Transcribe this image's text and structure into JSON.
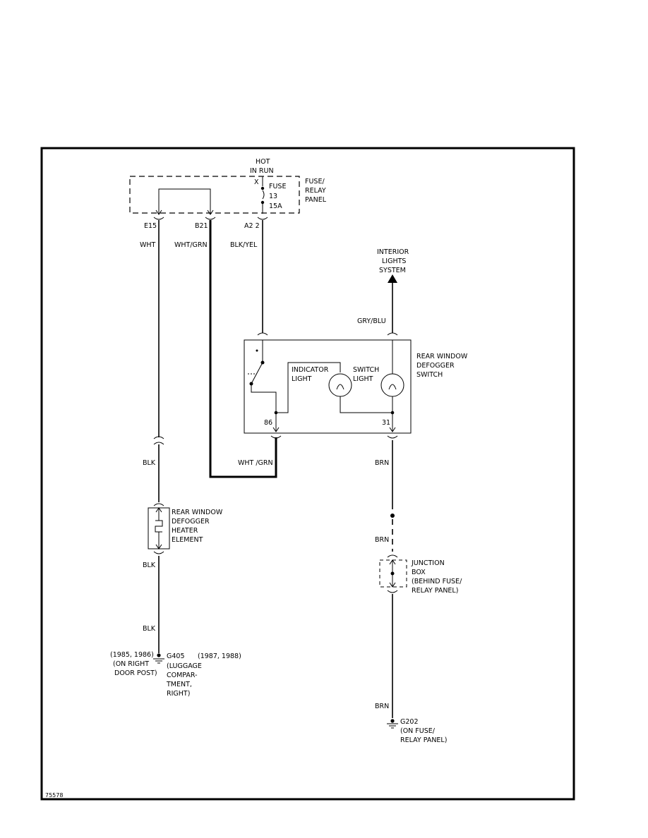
{
  "hot_label": [
    "HOT",
    "IN RUN"
  ],
  "fuse": {
    "x_mark": "X",
    "lines": [
      "FUSE",
      "13",
      "15A"
    ]
  },
  "fuse_panel": [
    "FUSE/",
    "RELAY",
    "PANEL"
  ],
  "pins": {
    "e15": "E15",
    "b21": "B21",
    "a22": "A2 2",
    "p86": "86",
    "p31": "31"
  },
  "wires": {
    "wht": "WHT",
    "wht_grn": "WHT/GRN",
    "blk_yel": "BLK/YEL",
    "gry_blu": "GRY/BLU",
    "wht_grn2": "WHT /GRN",
    "blk": "BLK",
    "brn": "BRN"
  },
  "interior": [
    "INTERIOR",
    "LIGHTS",
    "SYSTEM"
  ],
  "switch_title": [
    "REAR WINDOW",
    "DEFOGGER",
    "SWITCH"
  ],
  "indicator": [
    "INDICATOR",
    "LIGHT"
  ],
  "switch_light": [
    "SWITCH",
    "LIGHT"
  ],
  "heater": [
    "REAR WINDOW",
    "DEFOGGER",
    "HEATER",
    "ELEMENT"
  ],
  "junction": [
    "JUNCTION",
    "BOX",
    "(BEHIND FUSE/",
    "RELAY PANEL)"
  ],
  "g405": {
    "left": [
      "(1985, 1986)",
      "(ON RIGHT",
      "DOOR POST)"
    ],
    "name": "G405",
    "years": "(1987, 1988)",
    "desc": [
      "(LUGGAGE",
      "COMPAR-",
      "TMENT,",
      "RIGHT)"
    ]
  },
  "g202": {
    "name": "G202",
    "desc": [
      "(ON FUSE/",
      "RELAY PANEL)"
    ]
  },
  "figure_id": "75578"
}
